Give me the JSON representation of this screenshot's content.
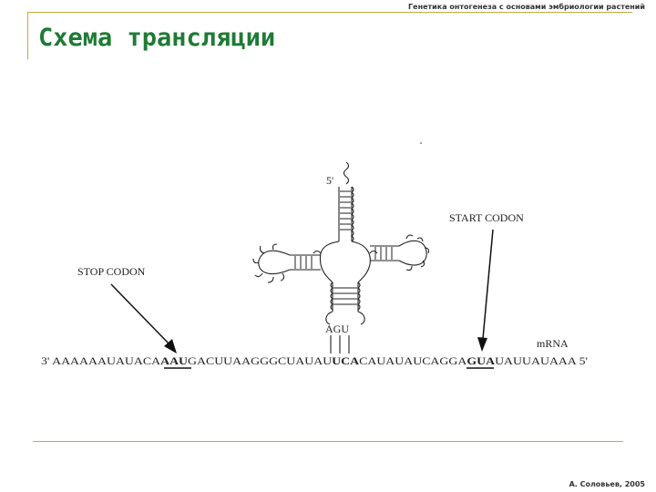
{
  "header": {
    "course_title": "Генетика онтогенеза с основами эмбриологии растений"
  },
  "slide": {
    "title": "Схема трансляции"
  },
  "diagram": {
    "five_prime_label": "5'",
    "anticodon": "AGU",
    "stop_codon_label": "STOP CODON",
    "start_codon_label": "START CODON",
    "mrna_label": "mRNA",
    "mrna_sequence": {
      "prefix": "3' AAAAAAUAUACA",
      "stop_codon": "AAU",
      "middle1": "GACUUAAGGGCUAUAU",
      "codon": "UCA",
      "middle2": "CAUAUAUCAGGA",
      "start_codon": "GUA",
      "suffix": "UAUUAUAAA 5'"
    }
  },
  "footer": {
    "author": "А. Соловьев, 2005"
  }
}
